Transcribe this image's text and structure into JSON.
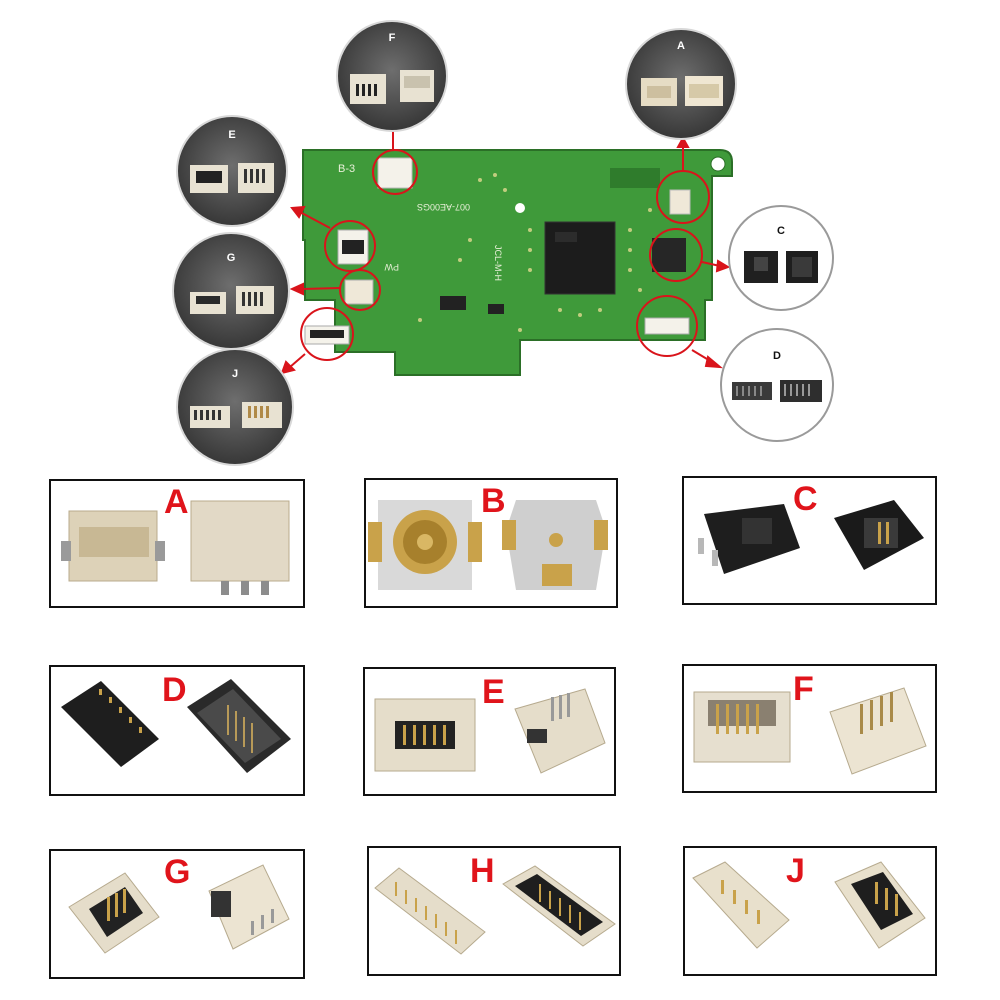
{
  "board": {
    "silkscreen": [
      "B-3",
      "007-AE00GS",
      "JCL-M-H",
      "PW"
    ],
    "callouts": [
      {
        "id": "F",
        "label": "F"
      },
      {
        "id": "A",
        "label": "A"
      },
      {
        "id": "E",
        "label": "E"
      },
      {
        "id": "G",
        "label": "G"
      },
      {
        "id": "J",
        "label": "J"
      },
      {
        "id": "C",
        "label": "C"
      },
      {
        "id": "D",
        "label": "D"
      }
    ]
  },
  "parts": {
    "A": "A",
    "B": "B",
    "C": "C",
    "D": "D",
    "E": "E",
    "F": "F",
    "G": "G",
    "H": "H",
    "J": "J"
  },
  "colors": {
    "accent": "#e0141b",
    "pcb": "#3f9a3a",
    "gold": "#c9a24a"
  }
}
